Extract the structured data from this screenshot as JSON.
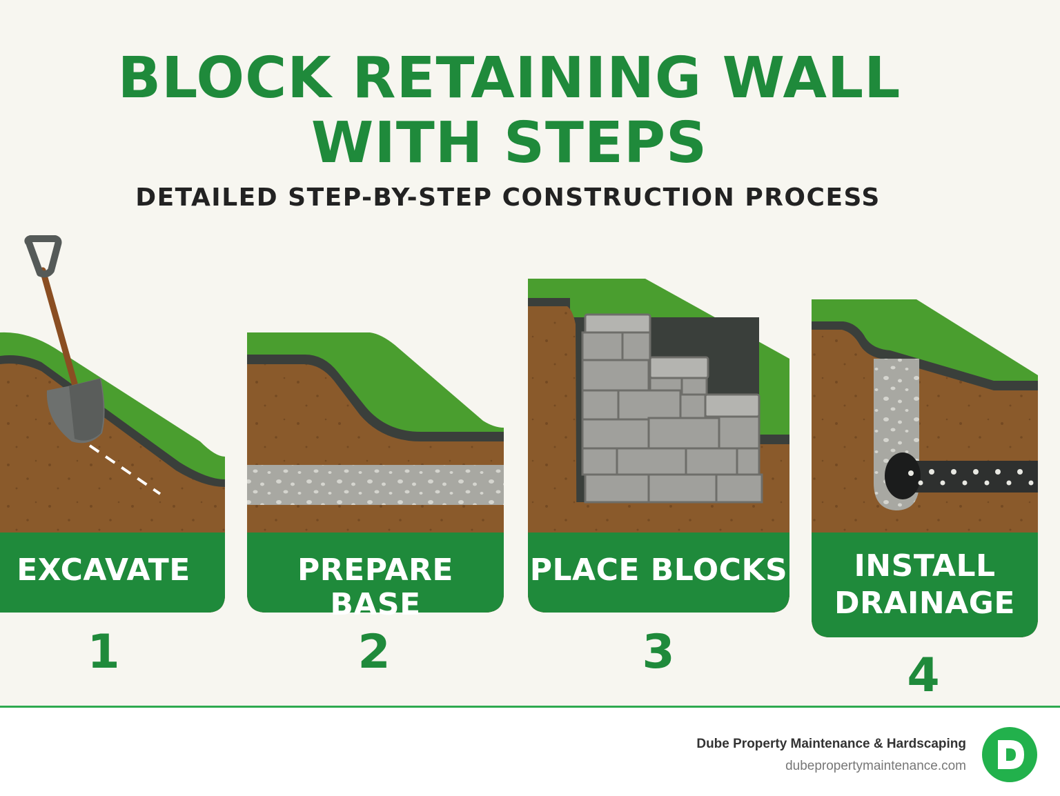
{
  "title": {
    "line1": "BLOCK RETAINING WALL",
    "line2": "WITH STEPS"
  },
  "subtitle": "DETAILED STEP-BY-STEP CONSTRUCTION PROCESS",
  "steps": [
    {
      "label": "EXCAVATE",
      "number": "1",
      "icon": "shovel-icon"
    },
    {
      "label": "PREPARE BASE",
      "number": "2",
      "icon": "gravel-base-illustration"
    },
    {
      "label": "PLACE BLOCKS",
      "number": "3",
      "icon": "block-wall-illustration"
    },
    {
      "label_line1": "INSTALL",
      "label_line2": "DRAINAGE",
      "number": "4",
      "icon": "drain-pipe-illustration"
    }
  ],
  "footer": {
    "company": "Dube Property Maintenance & Hardscaping",
    "website": "dubepropertymaintenance.com",
    "logo_letter": "D"
  },
  "colors": {
    "brand_green": "#1f8a3b",
    "grass": "#4a9e2f",
    "soil": "#8a5a2b",
    "background": "#f7f6f0"
  }
}
